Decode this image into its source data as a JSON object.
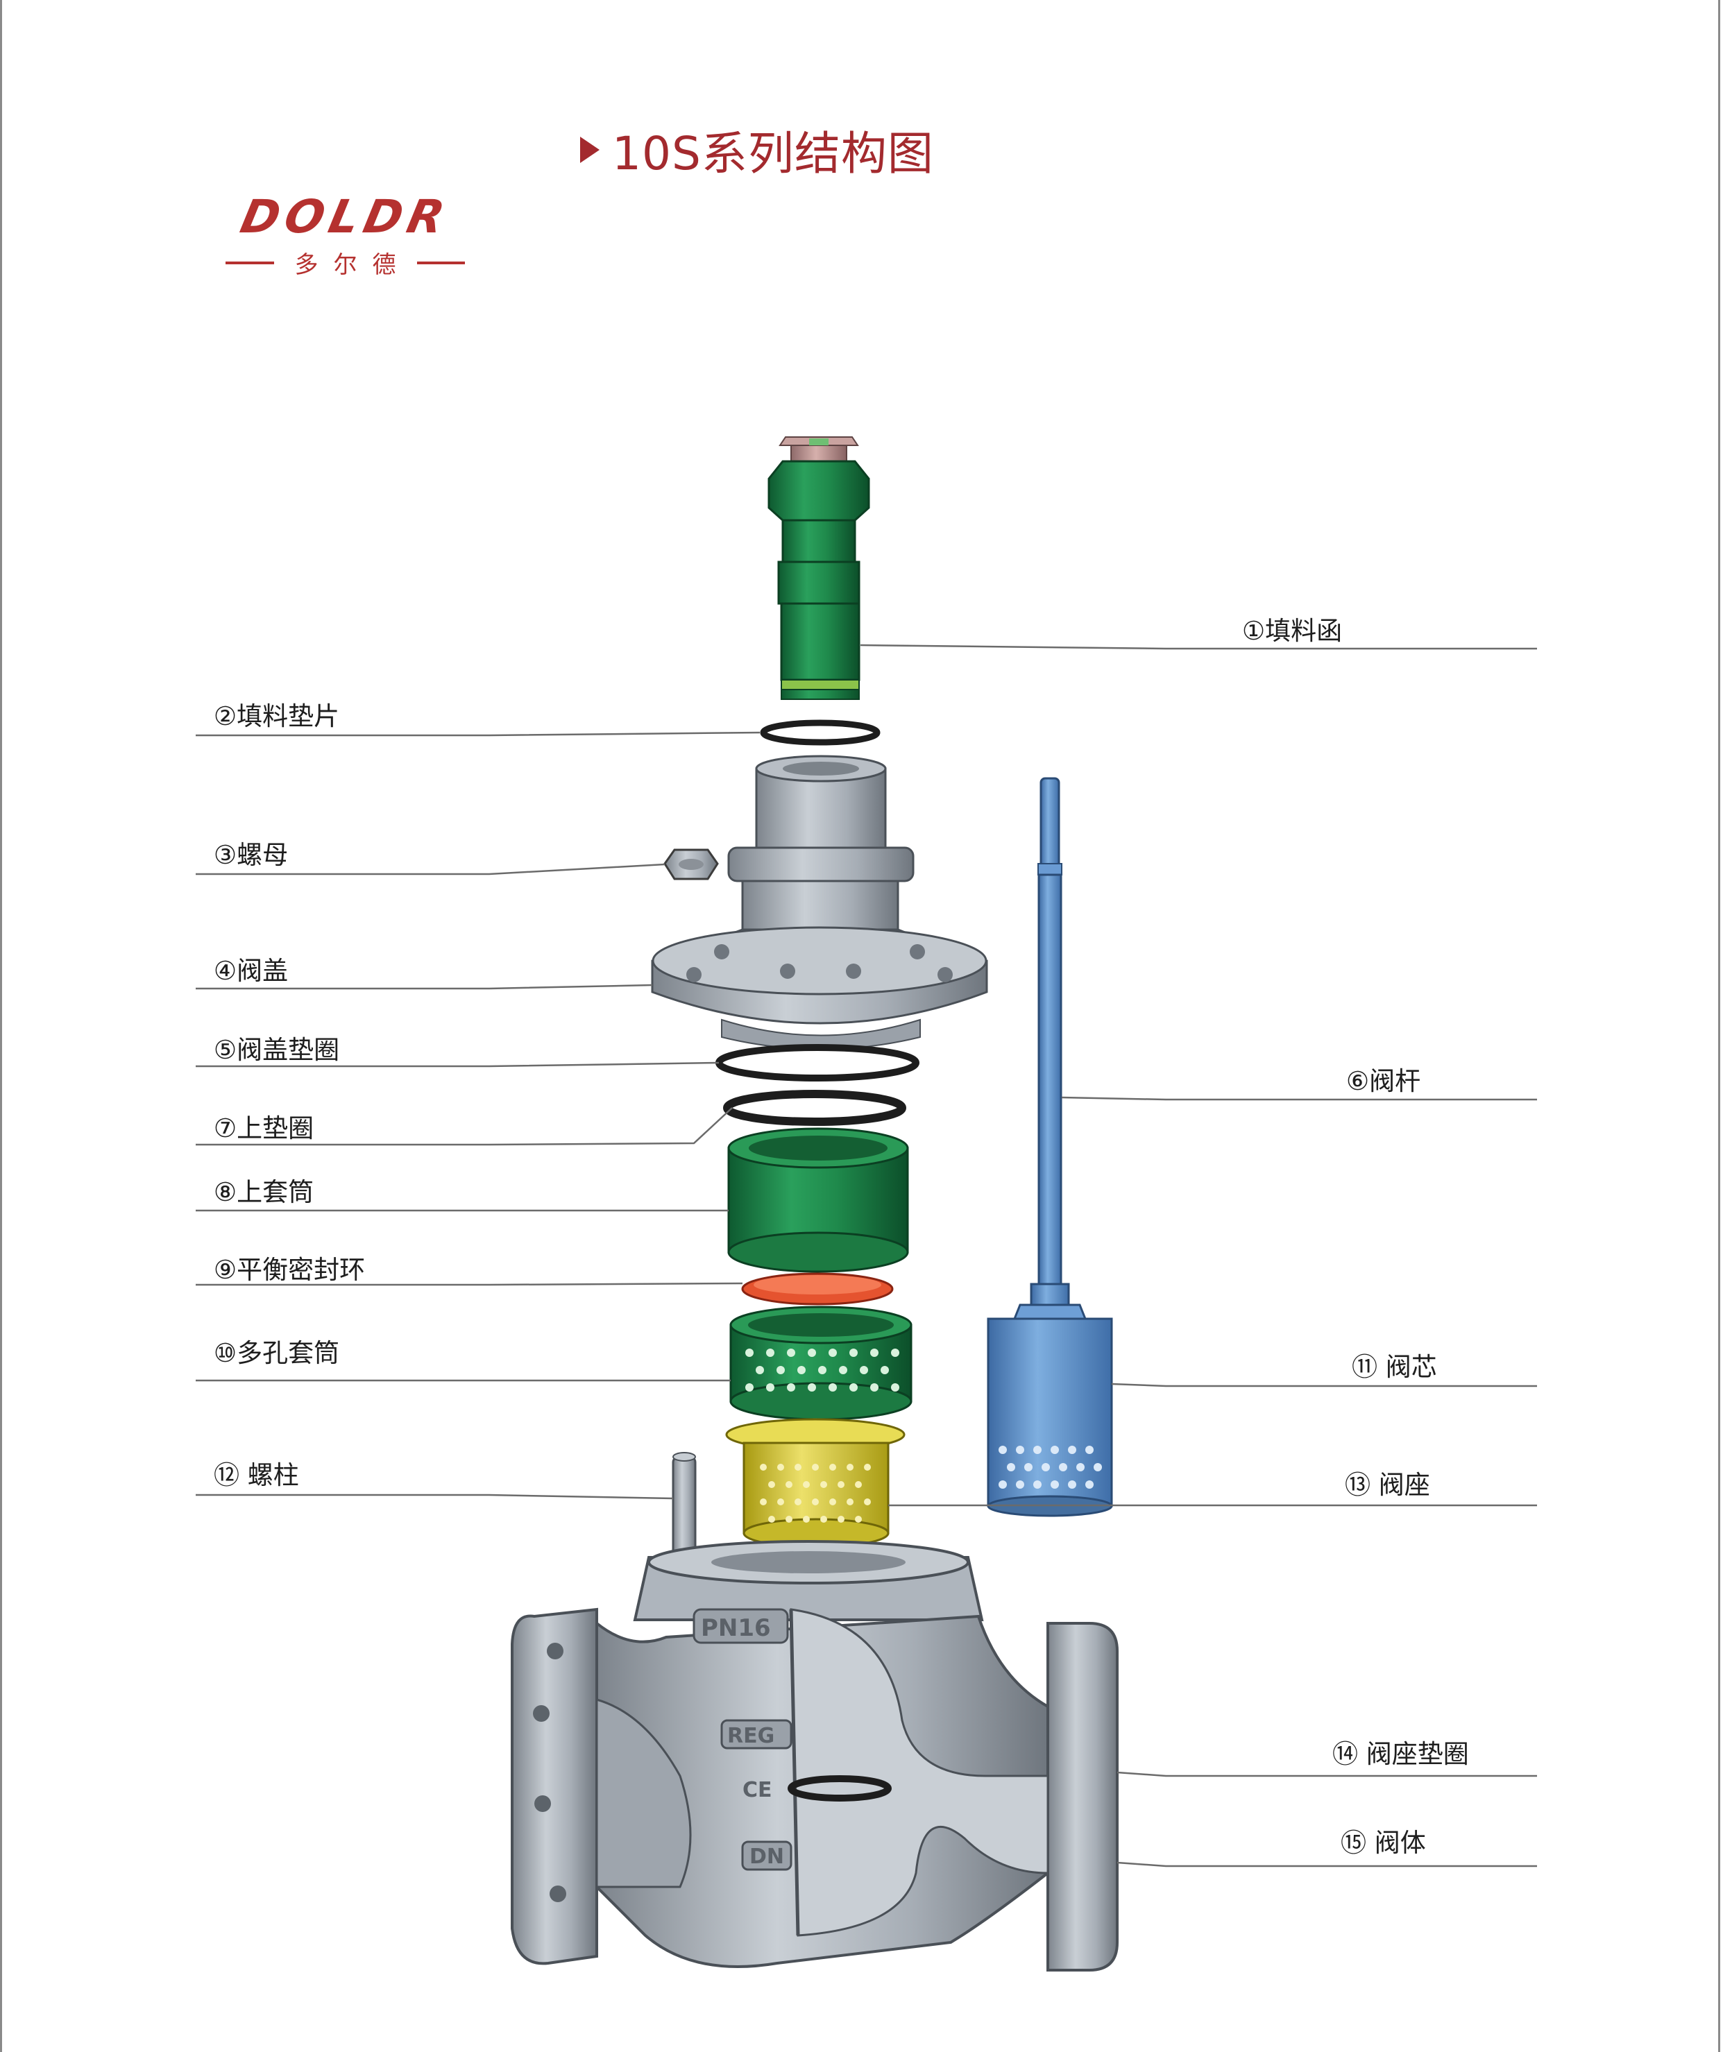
{
  "title": "10S系列结构图",
  "logo": {
    "brand": "DOLDR",
    "sub": "多尔德"
  },
  "parts": [
    {
      "id": "p1",
      "label": "①填料函"
    },
    {
      "id": "p2",
      "label": "②填料垫片"
    },
    {
      "id": "p3",
      "label": "③螺母"
    },
    {
      "id": "p4",
      "label": "④阀盖"
    },
    {
      "id": "p5",
      "label": "⑤阀盖垫圈"
    },
    {
      "id": "p6",
      "label": "⑥阀杆"
    },
    {
      "id": "p7",
      "label": "⑦上垫圈"
    },
    {
      "id": "p8",
      "label": "⑧上套筒"
    },
    {
      "id": "p9",
      "label": "⑨平衡密封环"
    },
    {
      "id": "p10",
      "label": "⑩多孔套筒"
    },
    {
      "id": "p11",
      "label": "⑪ 阀芯"
    },
    {
      "id": "p12",
      "label": "⑫ 螺柱"
    },
    {
      "id": "p13",
      "label": "⑬ 阀座"
    },
    {
      "id": "p14",
      "label": "⑭ 阀座垫圈"
    },
    {
      "id": "p15",
      "label": "⑮ 阀体"
    }
  ],
  "body_markings": [
    "PN16",
    "REG",
    "CE",
    "DN"
  ],
  "colors": {
    "title": "#a32a2e",
    "packing_box": "#1f8a4c",
    "stem": "#5b8fc9",
    "sleeve": "#1f8a4c",
    "seal_ring": "#e5532f",
    "seat": "#d9cc2f",
    "body": "#a9b0b8"
  }
}
